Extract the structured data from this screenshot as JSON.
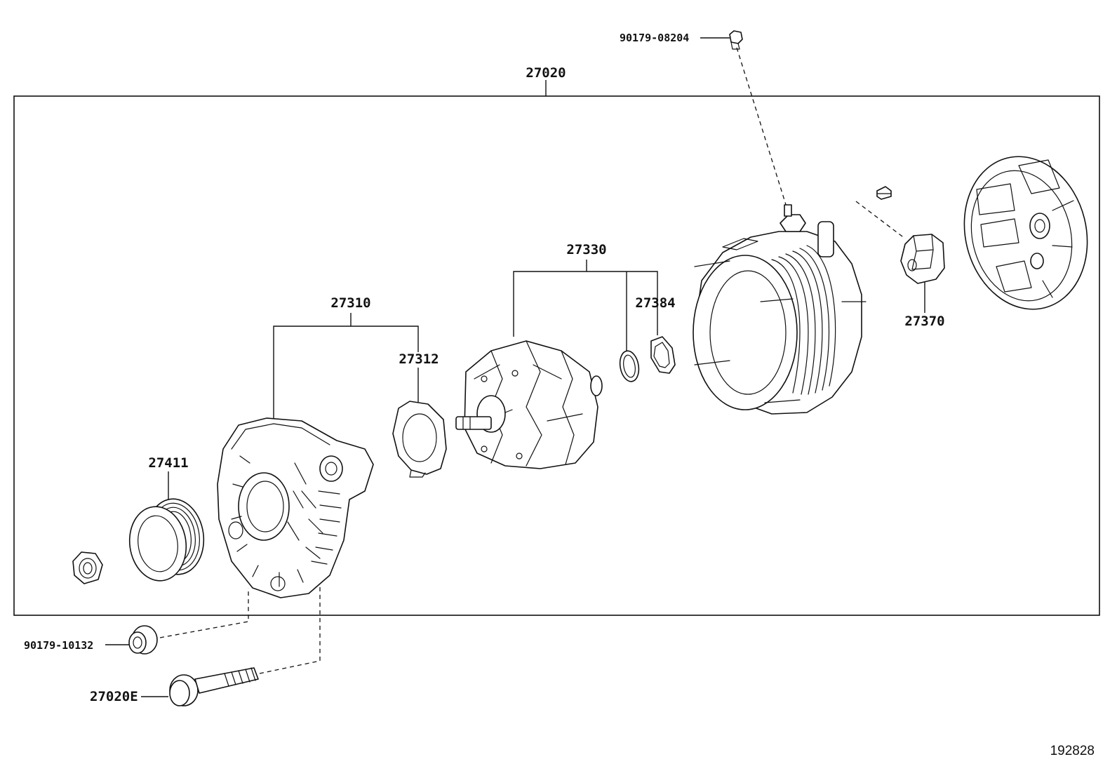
{
  "labels": {
    "assembly": "27020",
    "bolt_top": "90179-08204",
    "rotor": "27330",
    "drive_frame": "27310",
    "insulator_27384": "27384",
    "plate_27312": "27312",
    "pulley": "27411",
    "brush_holder": "27370",
    "nut_bottom": "90179-10132",
    "through_bolt": "27020E"
  },
  "reference_number": "192828",
  "colors": {
    "line": "#111111",
    "background": "#ffffff"
  }
}
